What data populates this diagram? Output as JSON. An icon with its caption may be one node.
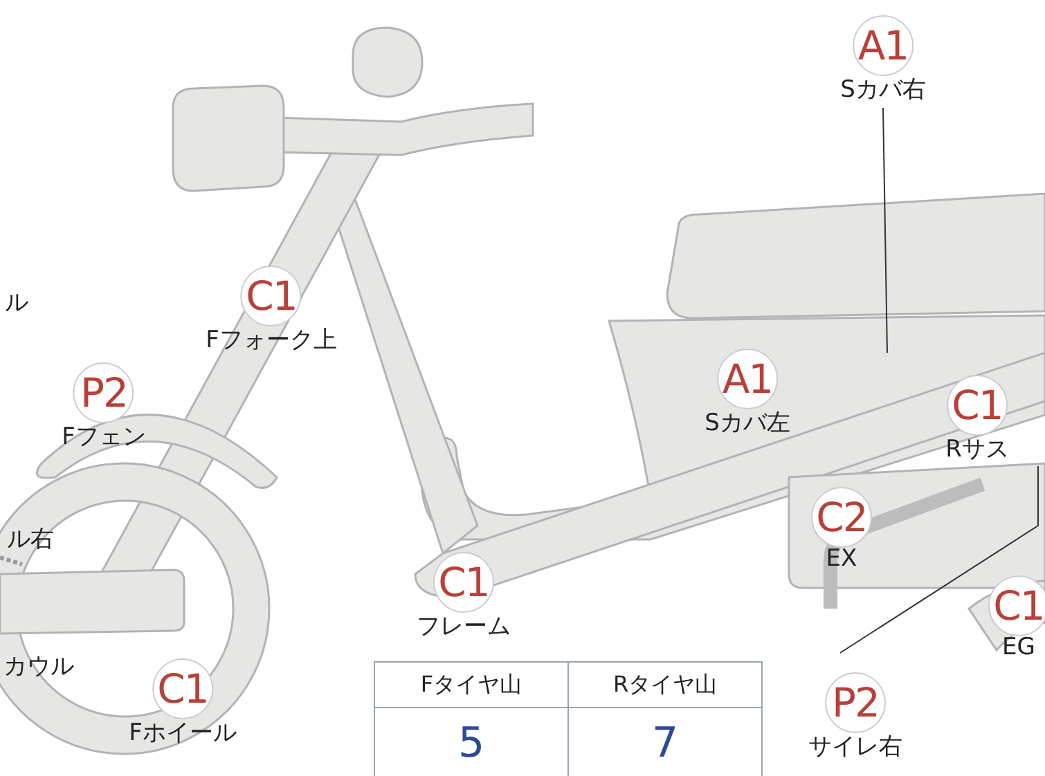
{
  "diagram": {
    "nodes": [
      {
        "text": [
          "ル"
        ]
      },
      {
        "text": [
          "A1",
          "Sカバ右"
        ]
      },
      {
        "text": [
          "C1",
          "Fフォーク上"
        ]
      },
      {
        "text": [
          "A1",
          "Sカバ左"
        ]
      },
      {
        "text": [
          "P2",
          "Fフェン"
        ]
      },
      {
        "text": [
          "C1",
          "Rサス"
        ]
      },
      {
        "text": [
          "ル右"
        ]
      },
      {
        "text": [
          "C2",
          "EX"
        ]
      },
      {
        "text": [
          "C1",
          "フレーム"
        ]
      },
      {
        "text": [
          "C1",
          "EG"
        ]
      },
      {
        "text": [
          "カウル"
        ]
      },
      {
        "text": [
          "C1",
          "Fホイール"
        ]
      },
      {
        "text": [
          "P2",
          "サイレ右"
        ]
      }
    ],
    "edges": [
      {
        "from": 1,
        "to": null,
        "arrow": "none"
      },
      {
        "from": 12,
        "to": null,
        "arrow": "none"
      },
      {
        "from": 6,
        "to": null,
        "arrow": "none",
        "style": "dashed",
        "color": "#999999"
      }
    ],
    "labels": [
      "Fタイヤ山",
      "Rタイヤ山",
      "5",
      "7"
    ]
  }
}
